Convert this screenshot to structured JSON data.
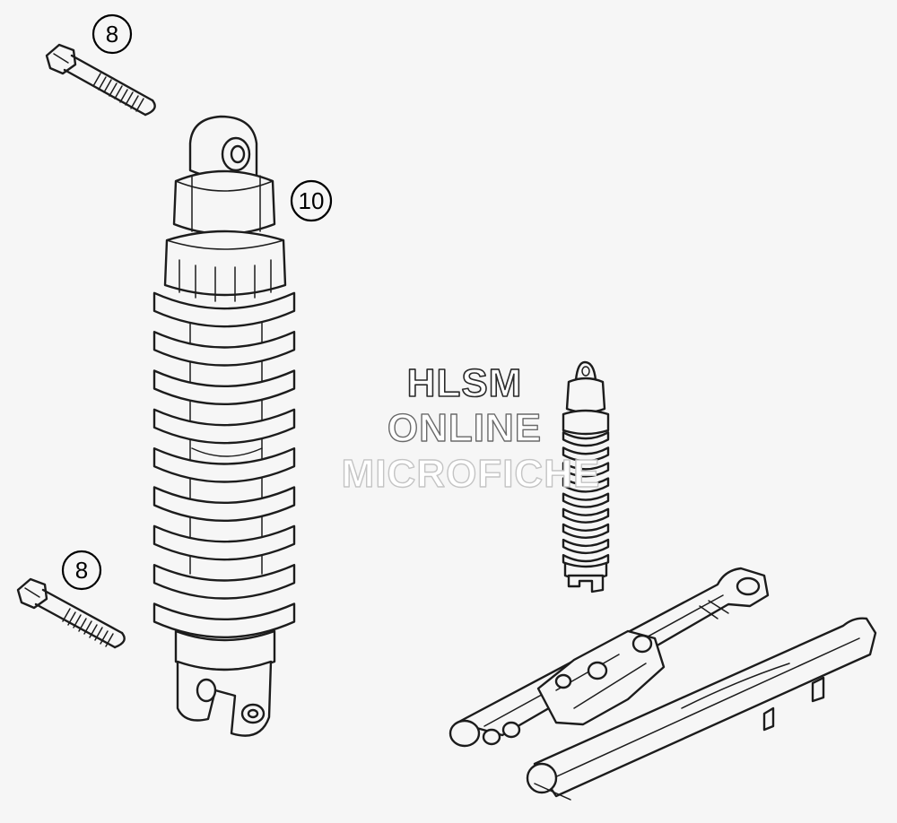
{
  "callouts": {
    "top_bolt": "8",
    "shock": "10",
    "lower_bolt": "8"
  },
  "watermark": {
    "line1": "HLSM",
    "line2": "ONLINE",
    "line3": "MICROFICHE"
  },
  "colors": {
    "background": "#f6f6f6",
    "line_art": "#1c1c1c"
  }
}
